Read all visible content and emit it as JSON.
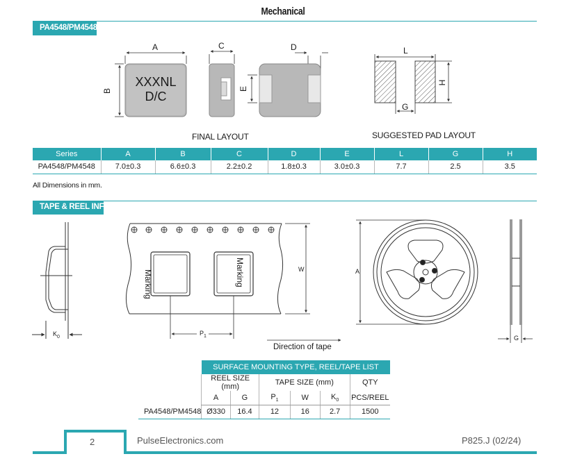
{
  "header": {
    "title": "Mechanical"
  },
  "sections": {
    "mechanical": "PA4548/PM4548",
    "tape": "TAPE & REEL INFO"
  },
  "drawings": {
    "dim_A": "A",
    "dim_B": "B",
    "dim_C": "C",
    "dim_D": "D",
    "dim_E": "E",
    "dim_L": "L",
    "dim_G": "G",
    "dim_H": "H",
    "marking_line1": "XXXNL",
    "marking_line2": "D/C",
    "final_layout": "FINAL LAYOUT",
    "pad_layout": "SUGGESTED PAD LAYOUT",
    "tape_marking": "Marking",
    "tape_W": "W",
    "tape_P": "P",
    "tape_P_sub": "1",
    "tape_K": "K",
    "tape_K_sub": "0",
    "reel_A": "A",
    "reel_G": "G",
    "direction": "Direction of tape"
  },
  "mech_table": {
    "headers": [
      "Series",
      "A",
      "B",
      "C",
      "D",
      "E",
      "L",
      "G",
      "H"
    ],
    "row": [
      "PA4548/PM4548",
      "7.0±0.3",
      "6.6±0.3",
      "2.2±0.2",
      "1.8±0.3",
      "3.0±0.3",
      "7.7",
      "2.5",
      "3.5"
    ],
    "note": "All Dimensions in mm."
  },
  "reel_table": {
    "title": "SURFACE MOUNTING TYPE, REEL/TAPE LIST",
    "reel_size": "REEL SIZE (mm)",
    "tape_size": "TAPE SIZE (mm)",
    "qty": "QTY",
    "col_A": "A",
    "col_G": "G",
    "col_P": "P",
    "col_P_sub": "1",
    "col_W": "W",
    "col_K": "K",
    "col_K_sub": "0",
    "col_pcs": "PCS/REEL",
    "row": [
      "PA4548/PM4548",
      "Ø330",
      "16.4",
      "12",
      "16",
      "2.7",
      "1500"
    ]
  },
  "footer": {
    "page": "2",
    "site": "PulseElectronics.com",
    "code": "P825.J (02/24)"
  },
  "colors": {
    "accent": "#2ba7b1"
  }
}
